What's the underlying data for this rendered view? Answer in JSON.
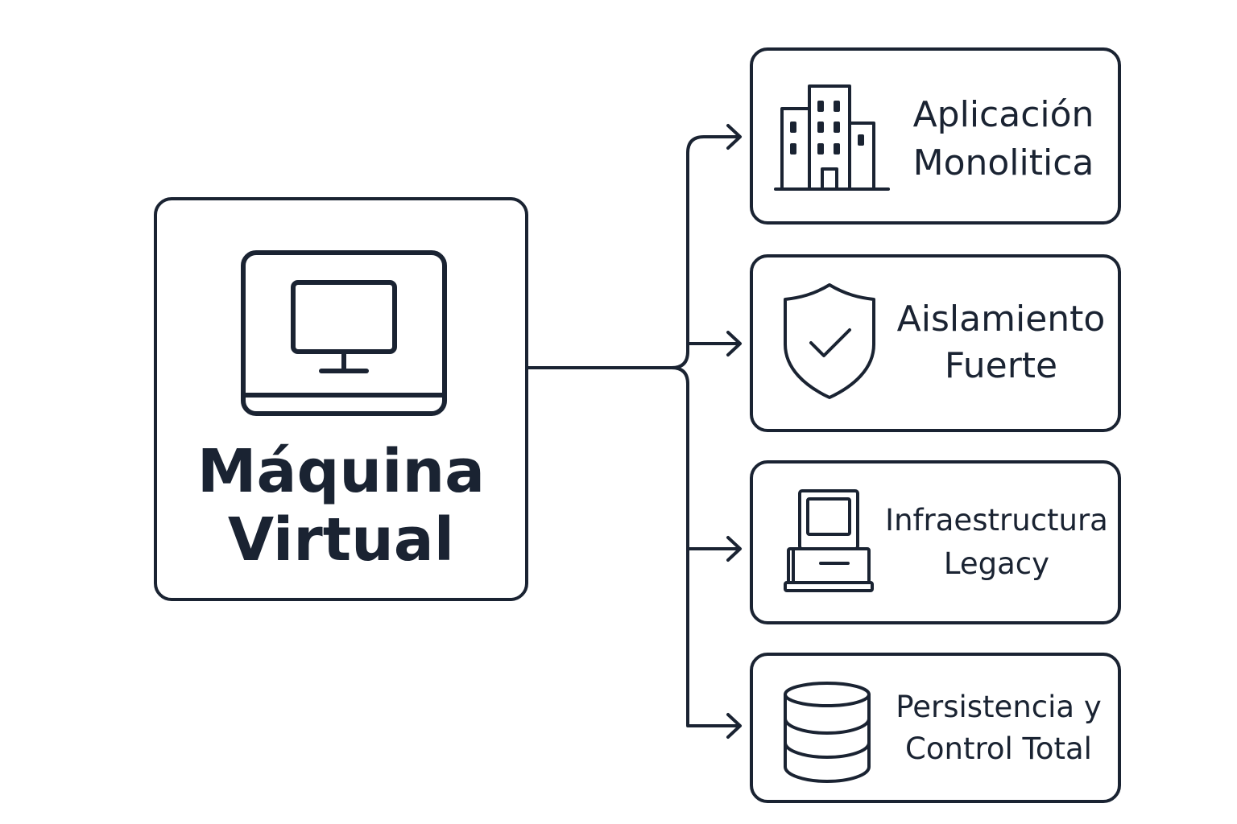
{
  "main": {
    "title_line1": "Máquina",
    "title_line2": "Virtual",
    "icon": "monitor-icon"
  },
  "items": [
    {
      "line1": "Aplicación",
      "line2": "Monolitica",
      "icon": "building-icon"
    },
    {
      "line1": "Aislamiento",
      "line2": "Fuerte",
      "icon": "shield-check-icon"
    },
    {
      "line1": "Infraestructura",
      "line2": "Legacy",
      "icon": "legacy-computer-icon"
    },
    {
      "line1": "Persistencia y",
      "line2": "Control Total",
      "icon": "database-icon"
    }
  ],
  "colors": {
    "stroke": "#1a2332",
    "background": "#ffffff"
  }
}
